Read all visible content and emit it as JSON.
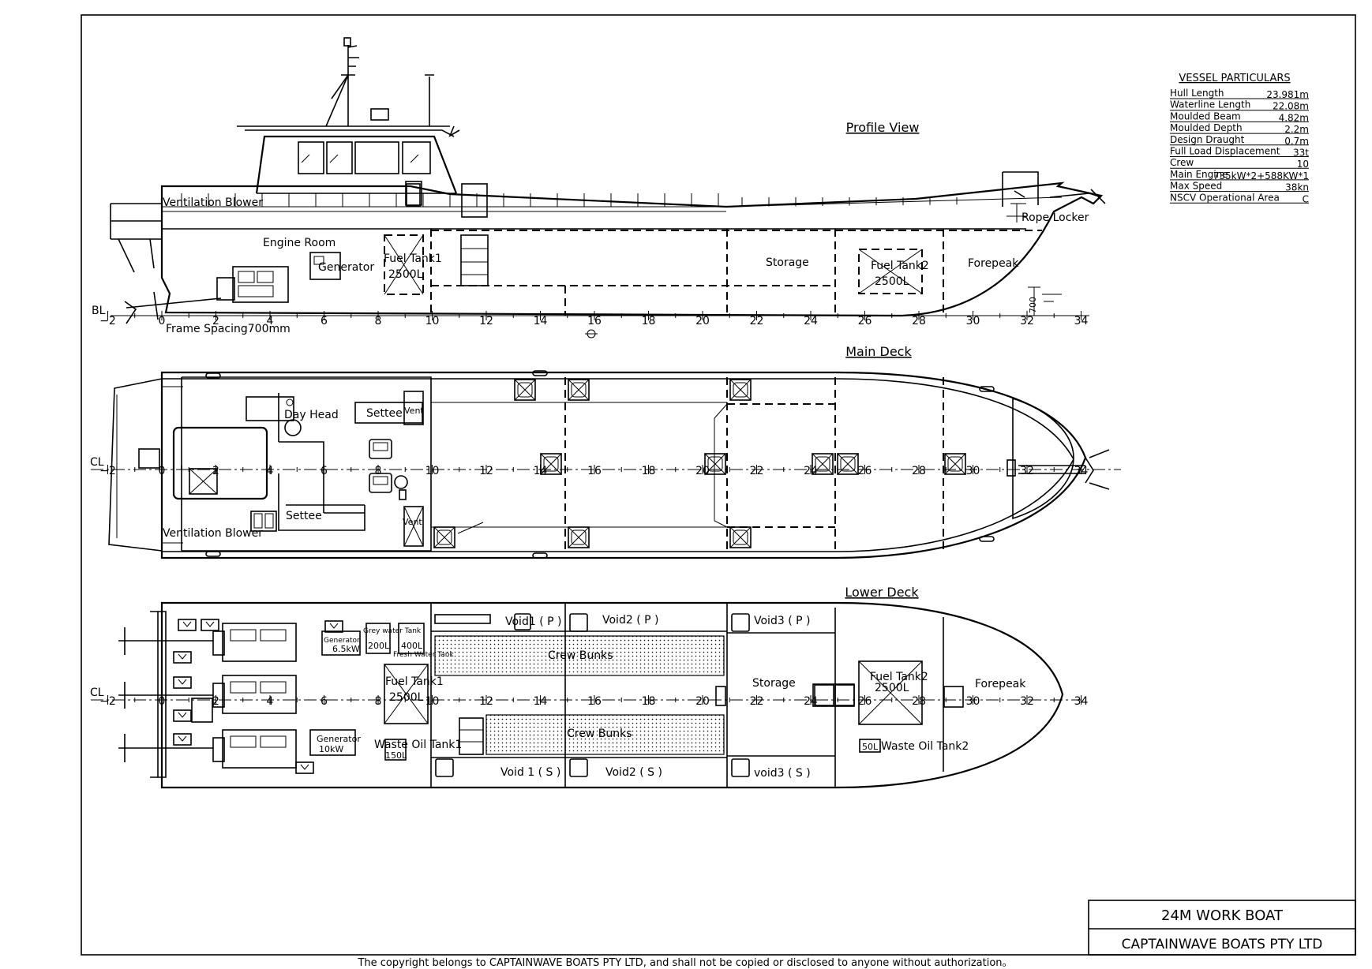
{
  "views": {
    "profile": "Profile View",
    "main_deck": "Main Deck",
    "lower_deck": "Lower Deck"
  },
  "particulars": {
    "heading": "VESSEL PARTICULARS",
    "rows": [
      {
        "label": "Hull Length",
        "value": "23.981m"
      },
      {
        "label": "Waterline Length",
        "value": "22.08m"
      },
      {
        "label": "Moulded Beam",
        "value": "4.82m"
      },
      {
        "label": "Moulded Depth",
        "value": "2.2m"
      },
      {
        "label": "Design Draught",
        "value": "0.7m"
      },
      {
        "label": "Full Load Displacement",
        "value": "33t"
      },
      {
        "label": "Crew",
        "value": "10"
      },
      {
        "label": "Main Engine",
        "value": "735kW*2+588KW*1"
      },
      {
        "label": "Max Speed",
        "value": "38kn"
      },
      {
        "label": "NSCV Operational Area",
        "value": "C"
      }
    ]
  },
  "axis": {
    "ticks": [
      "−2",
      "0",
      "2",
      "4",
      "6",
      "8",
      "10",
      "12",
      "14",
      "16",
      "18",
      "20",
      "22",
      "24",
      "26",
      "28",
      "30",
      "32",
      "34"
    ],
    "bl": "BL",
    "cl": "CL"
  },
  "profile_labels": {
    "ventilation_blower": "Ventilation Blower",
    "engine_room": "Engine Room",
    "generator": "Generator",
    "fuel_tank1": "Fuel Tank1",
    "fuel_tank1_cap": "2500L",
    "storage": "Storage",
    "fuel_tank2": "Fuel Tank2",
    "fuel_tank2_cap": "2500L",
    "forepeak": "Forepeak",
    "rope_locker": "Rope Locker",
    "frame_spacing": "Frame Spacing700mm",
    "draught_dim": "700"
  },
  "main_deck_labels": {
    "day_head": "Day Head",
    "settee_fwd": "Settee",
    "settee_aft": "Settee",
    "vent_top": "Vent",
    "vent_bottom": "Vent",
    "ventilation_blower": "Ventilation Blower"
  },
  "lower_deck_labels": {
    "void1_p": "Void1 ( P )",
    "void2_p": "Void2 ( P )",
    "void3_p": "Void3 ( P )",
    "void1_s": "Void 1 ( S )",
    "void2_s": "Void2 ( S )",
    "void3_s": "void3 ( S )",
    "crew_bunks_top": "Crew Bunks",
    "crew_bunks_bottom": "Crew Bunks",
    "storage": "Storage",
    "fuel_tank2": "Fuel Tank2",
    "fuel_tank2_cap": "2500L",
    "forepeak": "Forepeak",
    "fuel_tank1": "Fuel Tank1",
    "fuel_tank1_cap": "2500L",
    "generator_top": "Generator",
    "generator_top_kw": "6.5kW",
    "generator_bottom": "Generator",
    "generator_bottom_kw": "10kW",
    "grey_water_tank": "Grey water Tank",
    "grey_water_cap": "200L",
    "fresh_water_tank": "Fresh Water Tank",
    "fresh_water_cap": "400L",
    "waste_oil_tank1": "Waste Oil Tank1",
    "waste_oil_tank1_cap": "150L",
    "waste_oil_tank2": "Waste Oil Tank2",
    "waste_oil_tank2_cap": "50L"
  },
  "title_block": {
    "title": "24M WORK BOAT",
    "company": "CAPTAINWAVE BOATS PTY LTD"
  },
  "copyright": "The copyright belongs to CAPTAINWAVE BOATS PTY LTD, and shall not be copied or disclosed to anyone without authorization。"
}
